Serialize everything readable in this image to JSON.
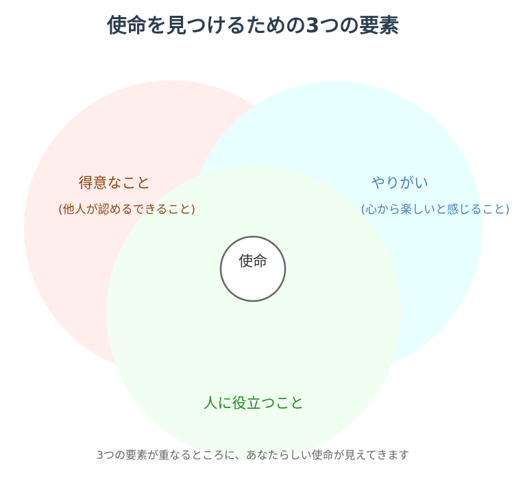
{
  "title": "使命を見つけるための3つの要素",
  "circles": {
    "left": {
      "label": "得意なこと",
      "sub": "(他人が認めるできること)",
      "fill": "#ffeeeb",
      "text": "#8b4513"
    },
    "right": {
      "label": "やりがい",
      "sub": "(心から楽しいと感じること)",
      "fill": "#e8ffff",
      "text": "#4682b4"
    },
    "bottom": {
      "label": "人に役立つこと",
      "fill": "#f0fff0",
      "text": "#228b22"
    },
    "center": {
      "label": "使命"
    }
  },
  "footer": "3つの要素が重なるところに、あなたらしい使命が見えてきます"
}
